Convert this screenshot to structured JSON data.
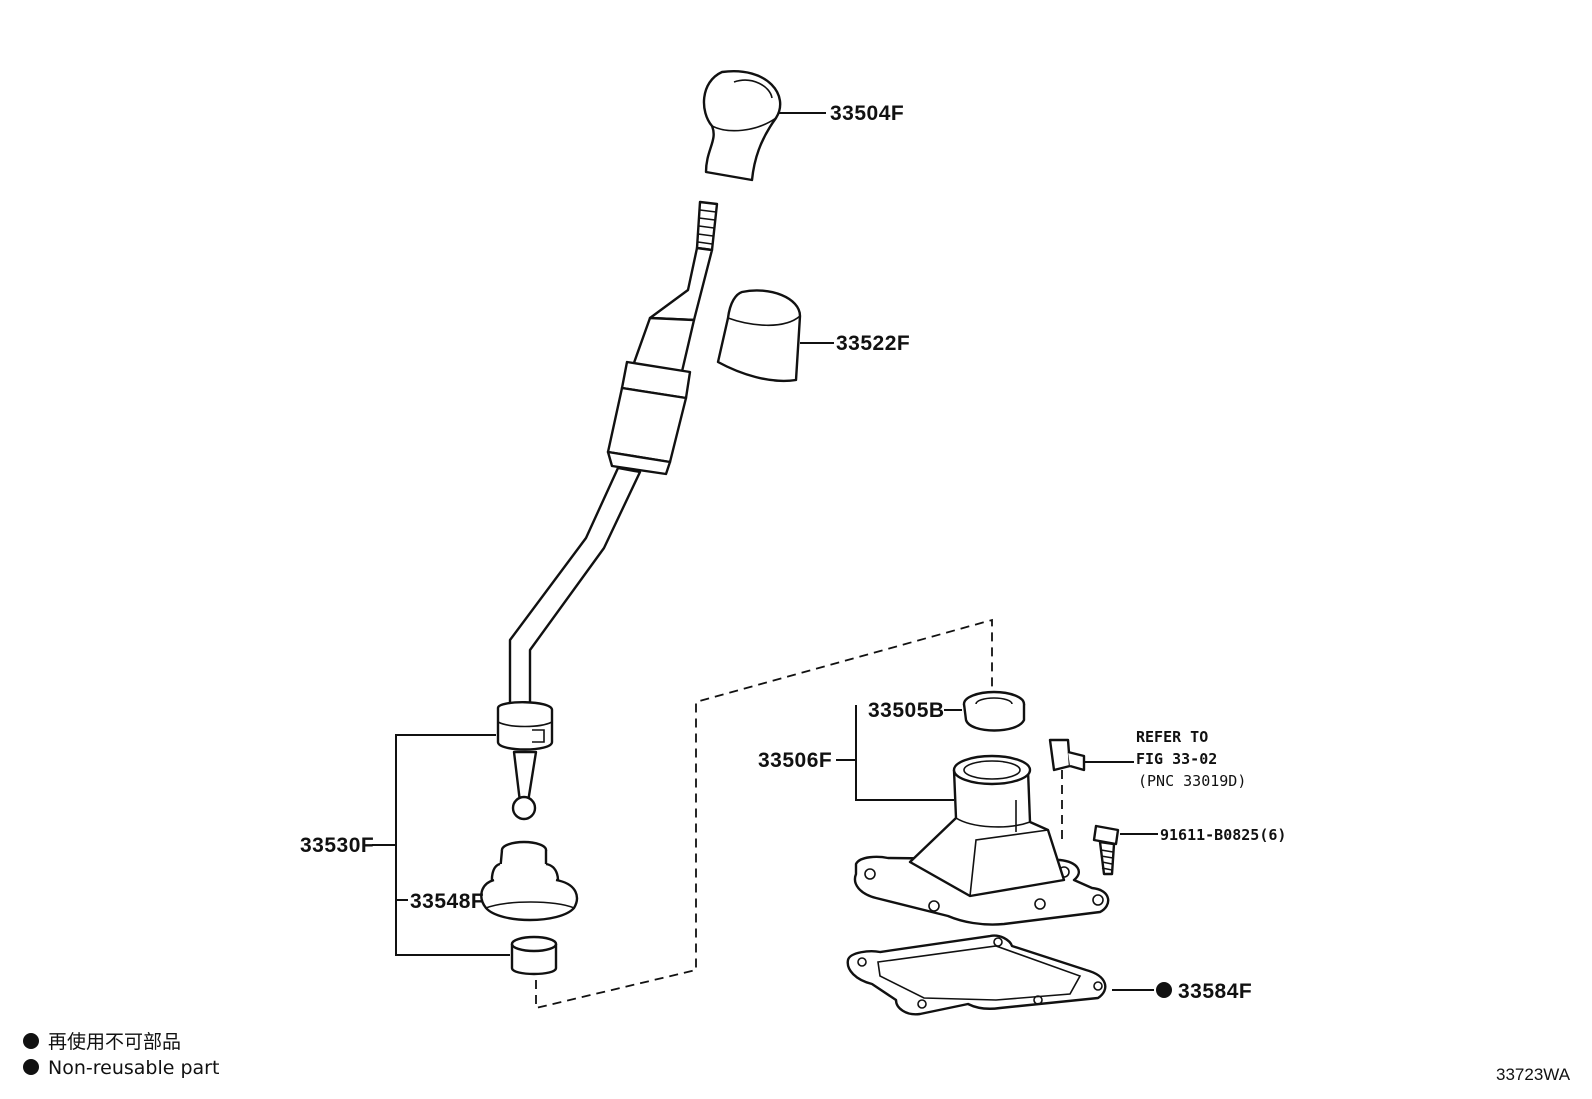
{
  "parts": {
    "p33504F": "33504F",
    "p33522F": "33522F",
    "p33530F": "33530F",
    "p33548F": "33548F",
    "p33505B": "33505B",
    "p33506F": "33506F",
    "p91611": "91611-B0825(6)",
    "p33584F": "33584F"
  },
  "refer": {
    "line1": "REFER TO",
    "line2": "FIG 33-02",
    "line3": "(PNC 33019D)"
  },
  "legend": {
    "line_jp": "再使用不可部品",
    "line_en": "Non-reusable part"
  },
  "figure_id": "33723WA"
}
